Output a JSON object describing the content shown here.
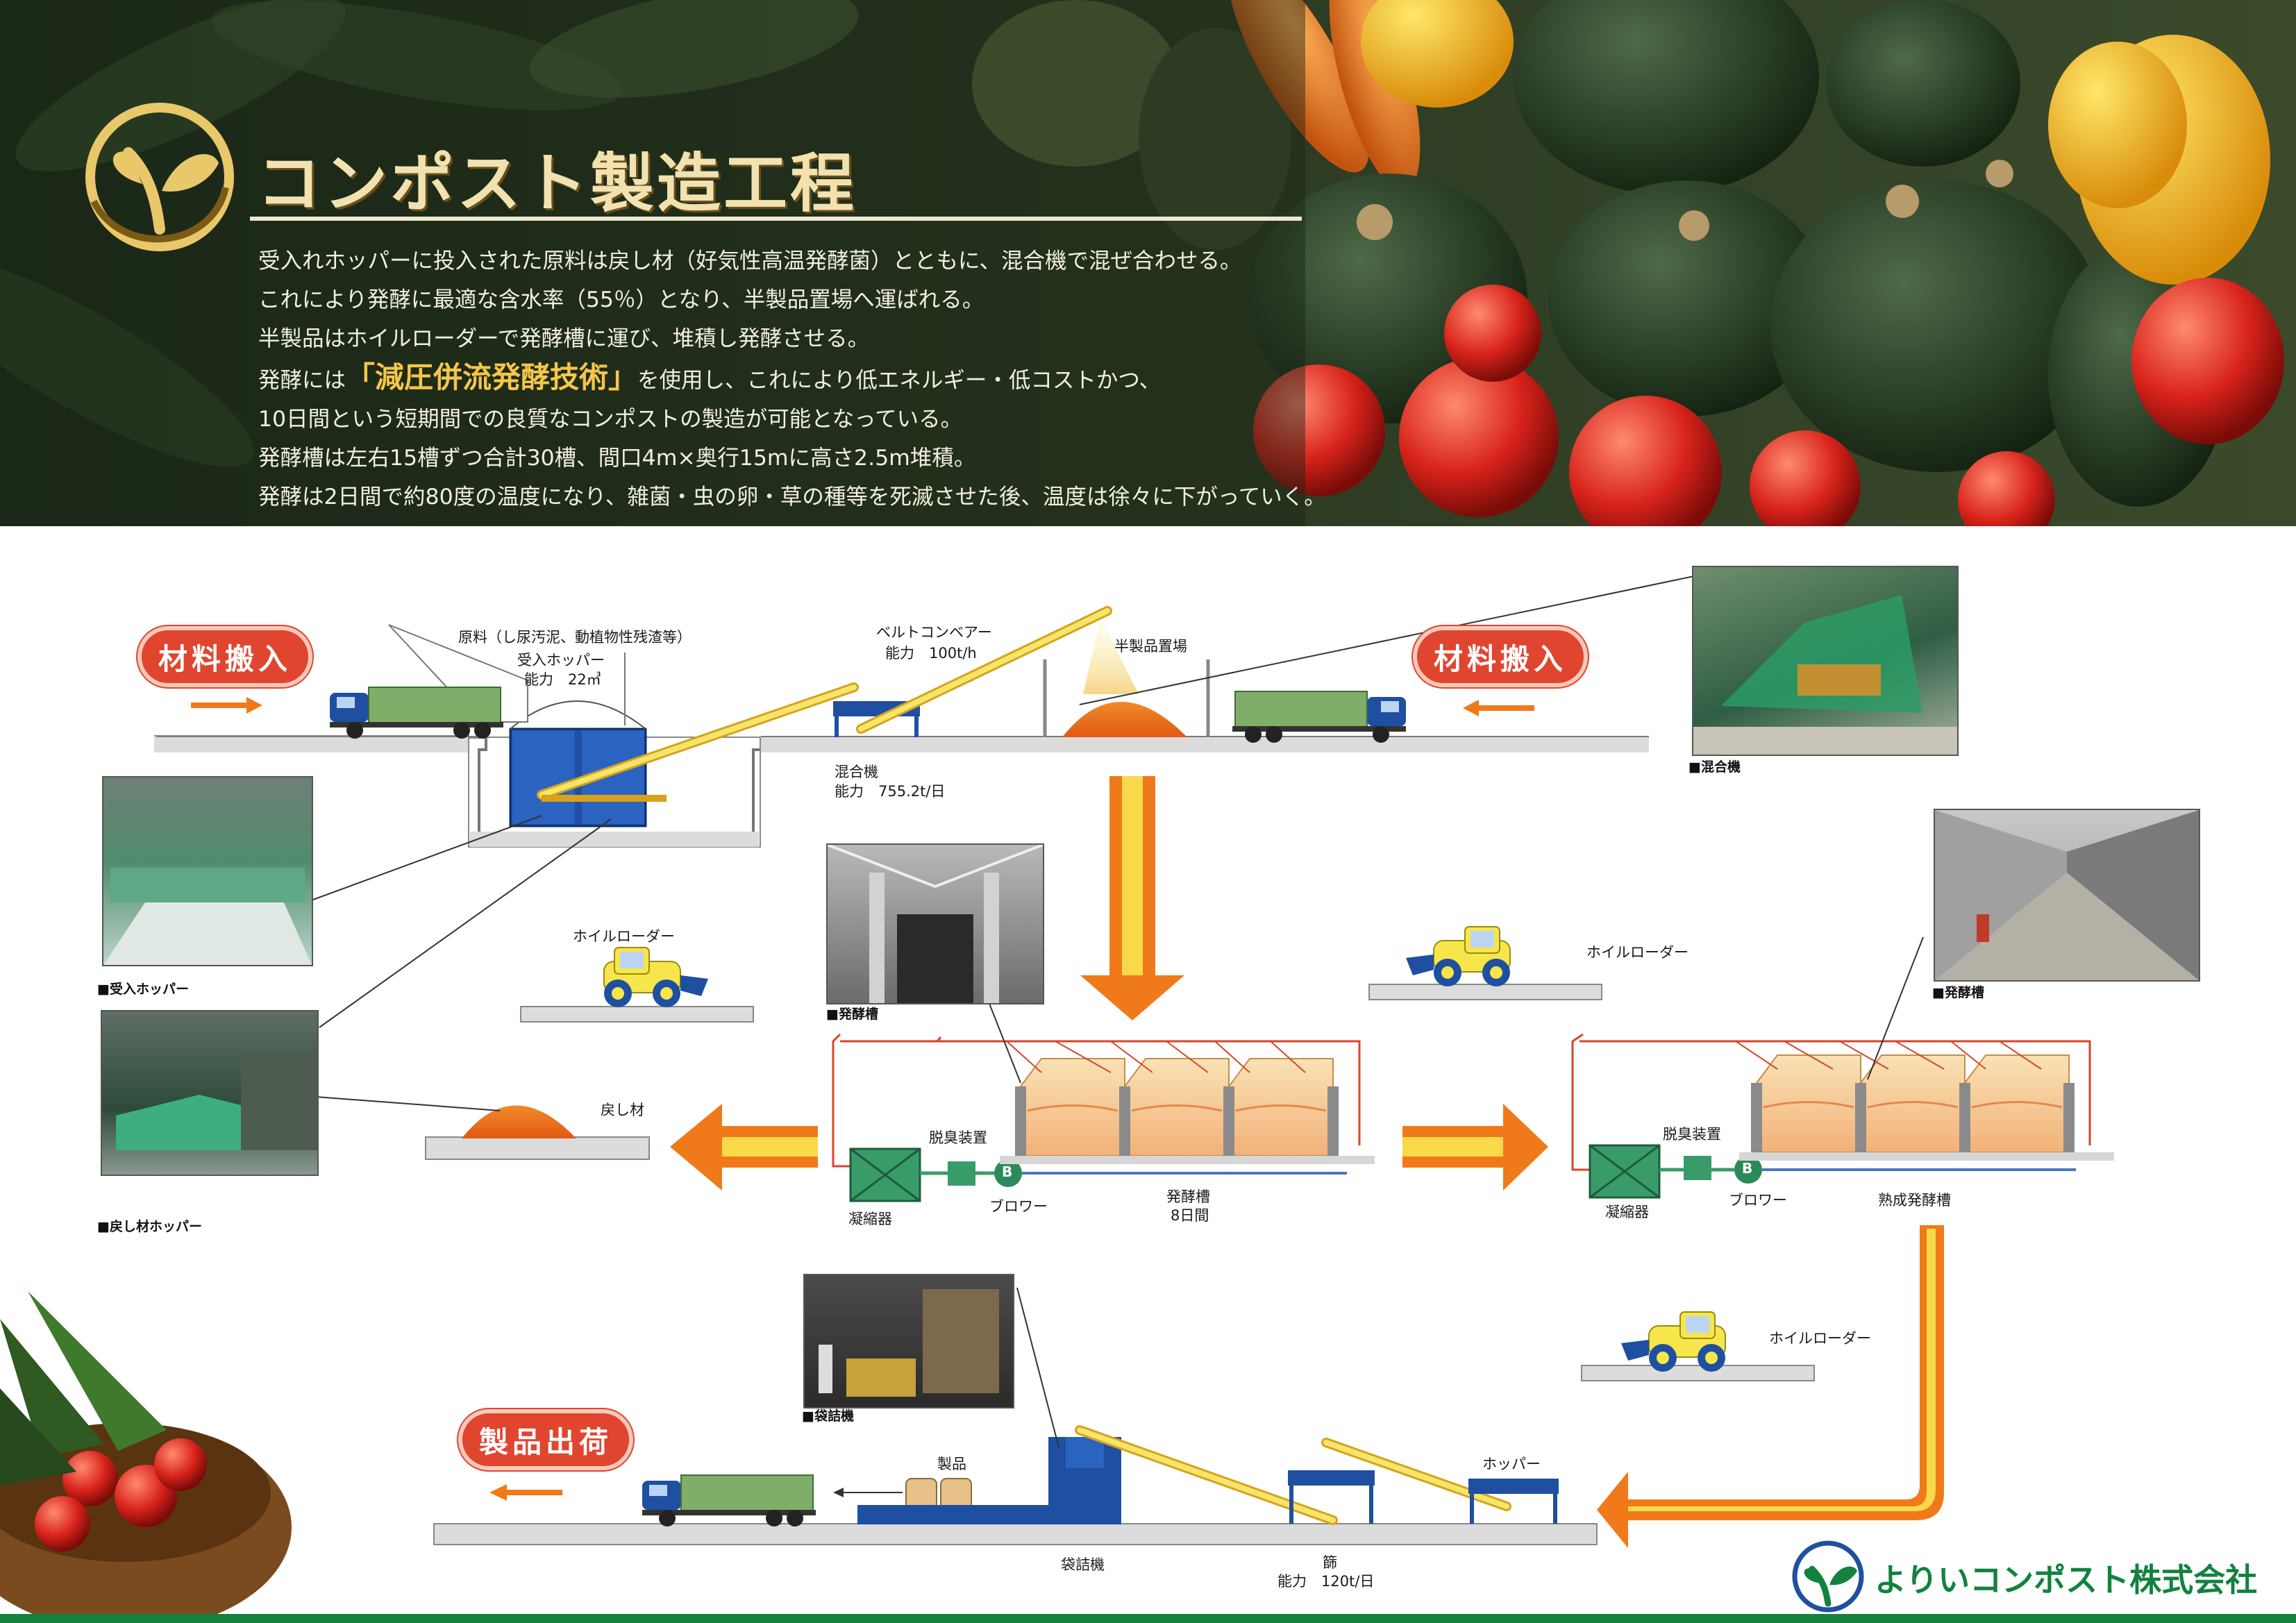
{
  "header": {
    "title": "コンポスト製造工程",
    "intro": {
      "line1": "受入れホッパーに投入された原料は戻し材（好気性高温発酵菌）とともに、混合機で混ぜ合わせる。",
      "line2": "これにより発酵に最適な含水率（55％）となり、半製品置場へ運ばれる。",
      "line3": "半製品はホイルローダーで発酵槽に運び、堆積し発酵させる。",
      "line4_pre": "発酵には",
      "line4_hl": "「減圧併流発酵技術」",
      "line4_post": "を使用し、これにより低エネルギー・低コストかつ、",
      "line5": "10日間という短期間での良質なコンポストの製造が可能となっている。",
      "line6": "発酵槽は左右15槽ずつ合計30槽、間口4m×奥行15mに高さ2.5m堆積。",
      "line7": "発酵は2日間で約80度の温度になり、雑菌・虫の卵・草の種等を死滅させた後、温度は徐々に下がっていく。"
    }
  },
  "badges": {
    "material_in_left": "材料搬入",
    "material_in_right": "材料搬入",
    "product_ship": "製品出荷"
  },
  "process_labels": {
    "raw_material": "原料（し尿汚泥、動植物性残渣等）",
    "receiving_hopper": "受入ホッパー",
    "hopper_capacity": "能力　22㎥",
    "belt_conveyor": "ベルトコンベアー",
    "belt_capacity": "能力　100t/h",
    "semi_product_yard": "半製品置場",
    "mixer": "混合機",
    "mixer_capacity": "能力　755.2t/日",
    "wheel_loader_1": "ホイルローダー",
    "wheel_loader_2": "ホイルローダー",
    "wheel_loader_3": "ホイルローダー",
    "return_material": "戻し材",
    "deodorizer_1": "脱臭装置",
    "deodorizer_2": "脱臭装置",
    "condenser_1": "凝縮器",
    "condenser_2": "凝縮器",
    "blower_1": "ブロワー",
    "blower_2": "ブロワー",
    "blower_letter": "B",
    "fermentation_tank": "発酵槽",
    "fermentation_days": "8日間",
    "maturation_tank": "熟成発酵槽",
    "product": "製品",
    "bagging_machine": "袋詰機",
    "hopper": "ホッパー",
    "sieve": "篩",
    "sieve_capacity": "能力　120t/日"
  },
  "photo_captions": {
    "mixer": "■混合機",
    "receiving_hopper": "■受入ホッパー",
    "fermentation_tank_1": "■発酵槽",
    "fermentation_tank_2": "■発酵槽",
    "return_hopper": "■戻し材ホッパー",
    "bagging": "■袋詰機"
  },
  "company": "よりいコンポスト株式会社",
  "colors": {
    "badge_red": "#e0452f",
    "arrow_orange": "#f07a1a",
    "arrow_yellow": "#f7d94a",
    "machine_blue": "#1f4fa0",
    "truck_green": "#7fae6a",
    "brand_green": "#12823e",
    "title_cream": "#f1e2b0"
  },
  "icons": [
    "leaf-logo-icon",
    "truck-icon",
    "wheel-loader-icon",
    "blower-icon",
    "arrow-icon"
  ]
}
